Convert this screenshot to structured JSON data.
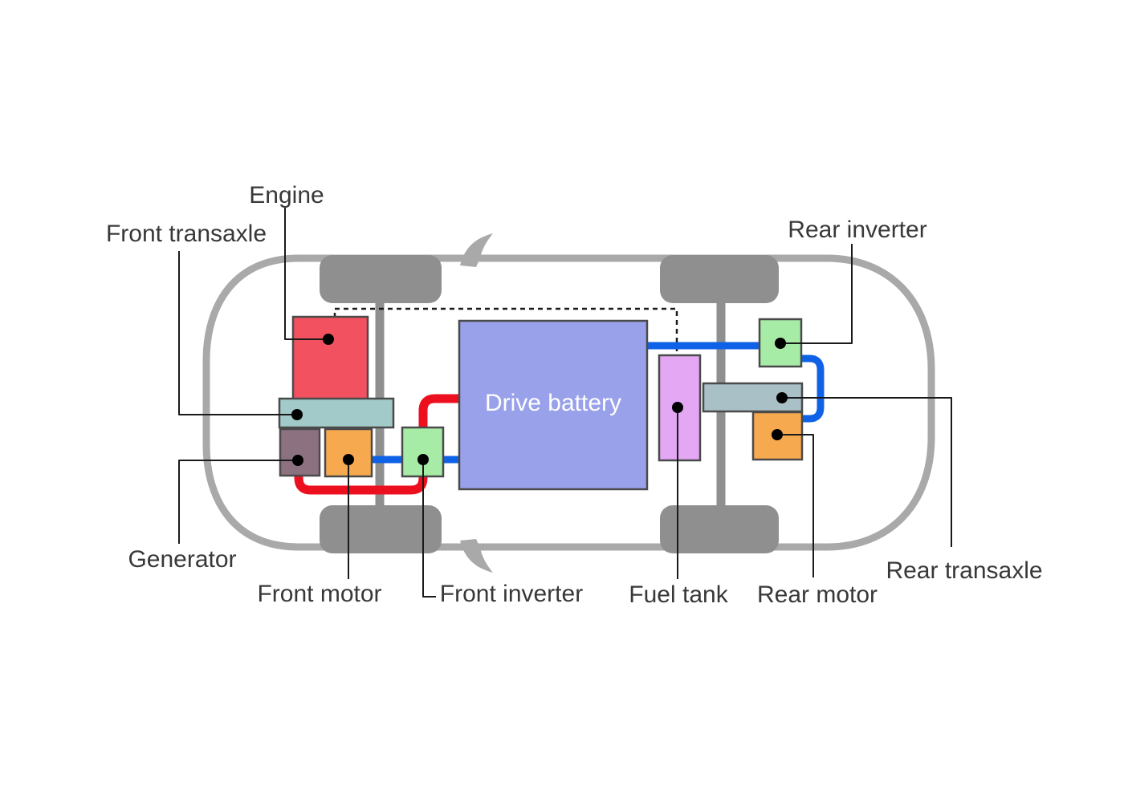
{
  "components": {
    "engine": {
      "label": "Engine",
      "color": "#f2515f"
    },
    "front_transaxle": {
      "label": "Front transaxle",
      "color": "#a2cac8"
    },
    "generator": {
      "label": "Generator",
      "color": "#8c7181"
    },
    "front_motor": {
      "label": "Front motor",
      "color": "#f6a94f"
    },
    "front_inverter": {
      "label": "Front inverter",
      "color": "#a6eba6"
    },
    "drive_battery": {
      "label": "Drive battery",
      "color": "#98a1ea"
    },
    "fuel_tank": {
      "label": "Fuel tank",
      "color": "#e3a7f3"
    },
    "rear_inverter": {
      "label": "Rear inverter",
      "color": "#a6eba6"
    },
    "rear_transaxle": {
      "label": "Rear transaxle",
      "color": "#a9c0c6"
    },
    "rear_motor": {
      "label": "Rear motor",
      "color": "#f6a94f"
    }
  },
  "lines": {
    "electric_power_color": "#0f62e6",
    "engine_power_color": "#ec0f1e",
    "fuel_line_color": "#1a1a1a",
    "leader_color": "#1a1a1a"
  },
  "car": {
    "body_color": "#a9a9a9",
    "wheel_color": "#8f8f8f",
    "axle_color": "#8f8f8f"
  }
}
